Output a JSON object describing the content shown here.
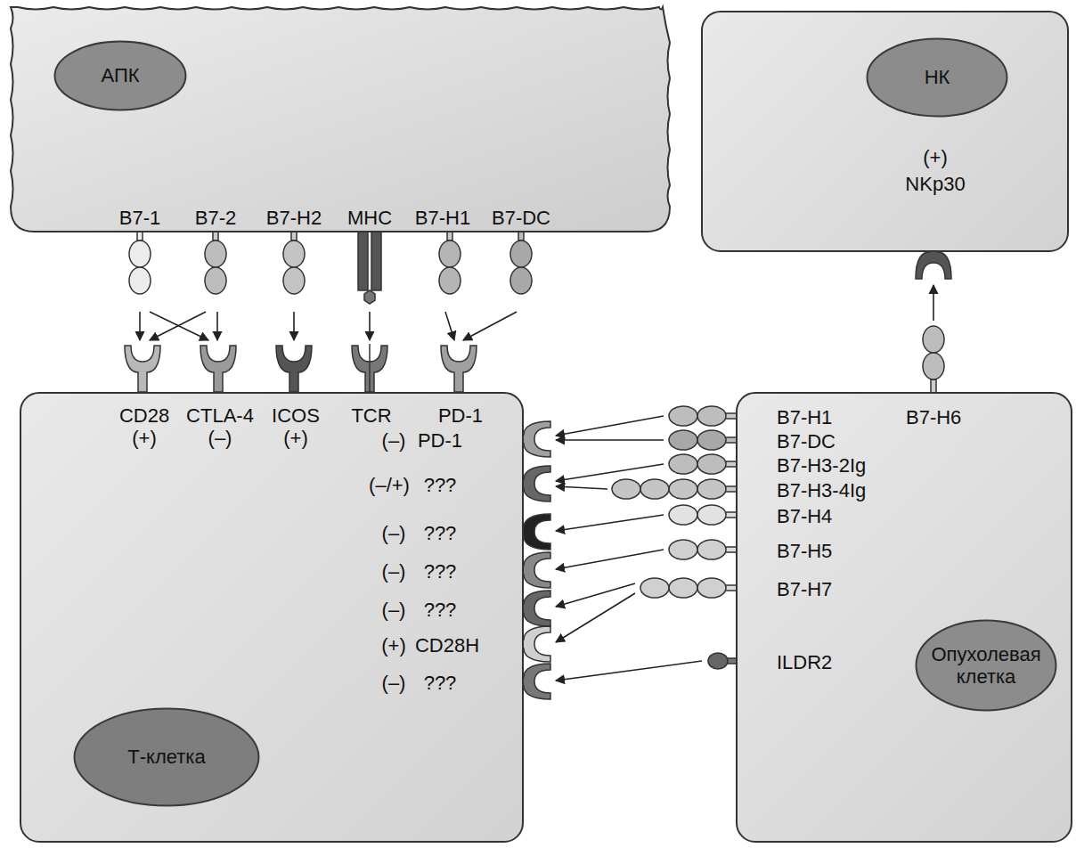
{
  "diagram": {
    "nodes": [
      {
        "text": [
          "B7-1",
          "B7-2",
          "B7-H2",
          "MHC",
          "B7-H1",
          "B7-DC"
        ]
      },
      {
        "text": [
          "АПК"
        ],
        "in": 0
      },
      {
        "text": [
          "(+)",
          "NKp30"
        ]
      },
      {
        "text": [
          "НК"
        ],
        "in": 2
      },
      {
        "text": [
          "CD28",
          "(+)",
          "CTLA-4",
          "(–)",
          "ICOS",
          "(+)",
          "TCR",
          "PD-1",
          "(–)",
          "PD-1",
          "(–/+)",
          "???",
          "(–)",
          "???",
          "(–)",
          "???",
          "(–)",
          "???",
          "(+)",
          "CD28H",
          "(–)",
          "???"
        ]
      },
      {
        "text": [
          "Т-клетка"
        ],
        "in": 4
      },
      {
        "text": [
          "B7-H1",
          "B7-H6",
          "B7-DC",
          "B7-H3-2Ig",
          "B7-H3-4Ig",
          "B7-H4",
          "B7-H5",
          "B7-H7",
          "ILDR2"
        ]
      },
      {
        "text": [
          "Опухолевая клетка"
        ],
        "in": 6
      }
    ]
  }
}
